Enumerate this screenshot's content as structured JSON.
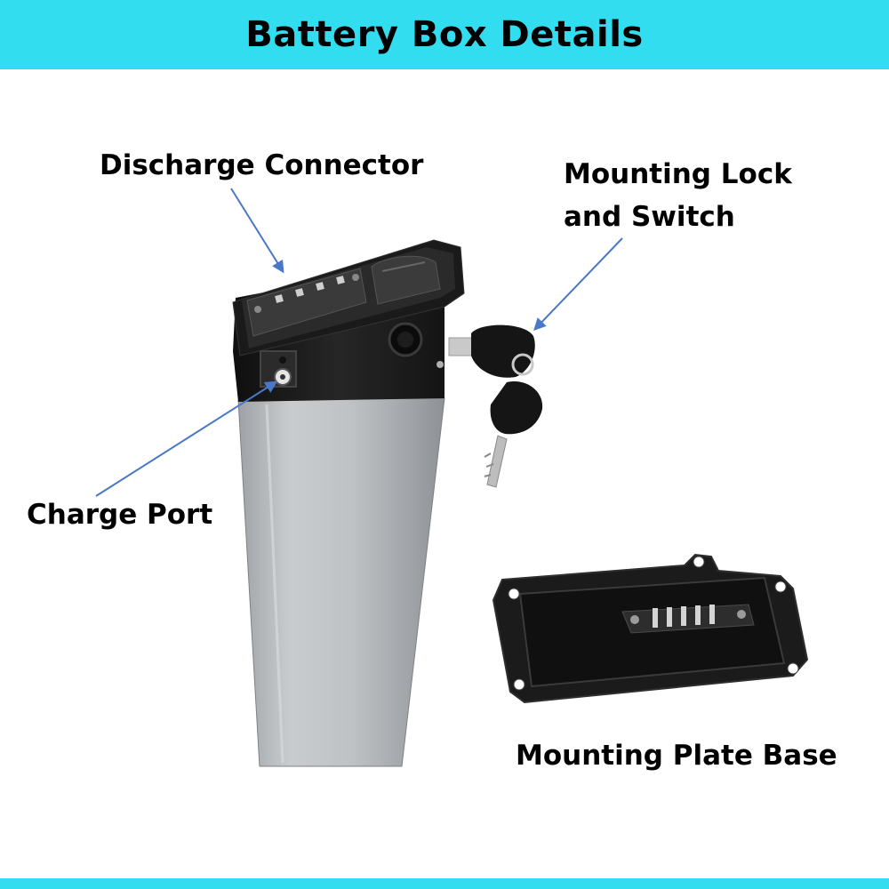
{
  "header": {
    "title": "Battery Box Details"
  },
  "labels": {
    "discharge_connector": "Discharge Connector",
    "mounting_lock_line1": "Mounting Lock",
    "mounting_lock_line2": "and Switch",
    "charge_port": "Charge Port",
    "mounting_plate_base": "Mounting Plate Base"
  },
  "colors": {
    "accent": "#33DDF0",
    "arrow": "#4A78C8",
    "battery_body": "#B8BCBF",
    "battery_cap": "#1C1C1C"
  }
}
